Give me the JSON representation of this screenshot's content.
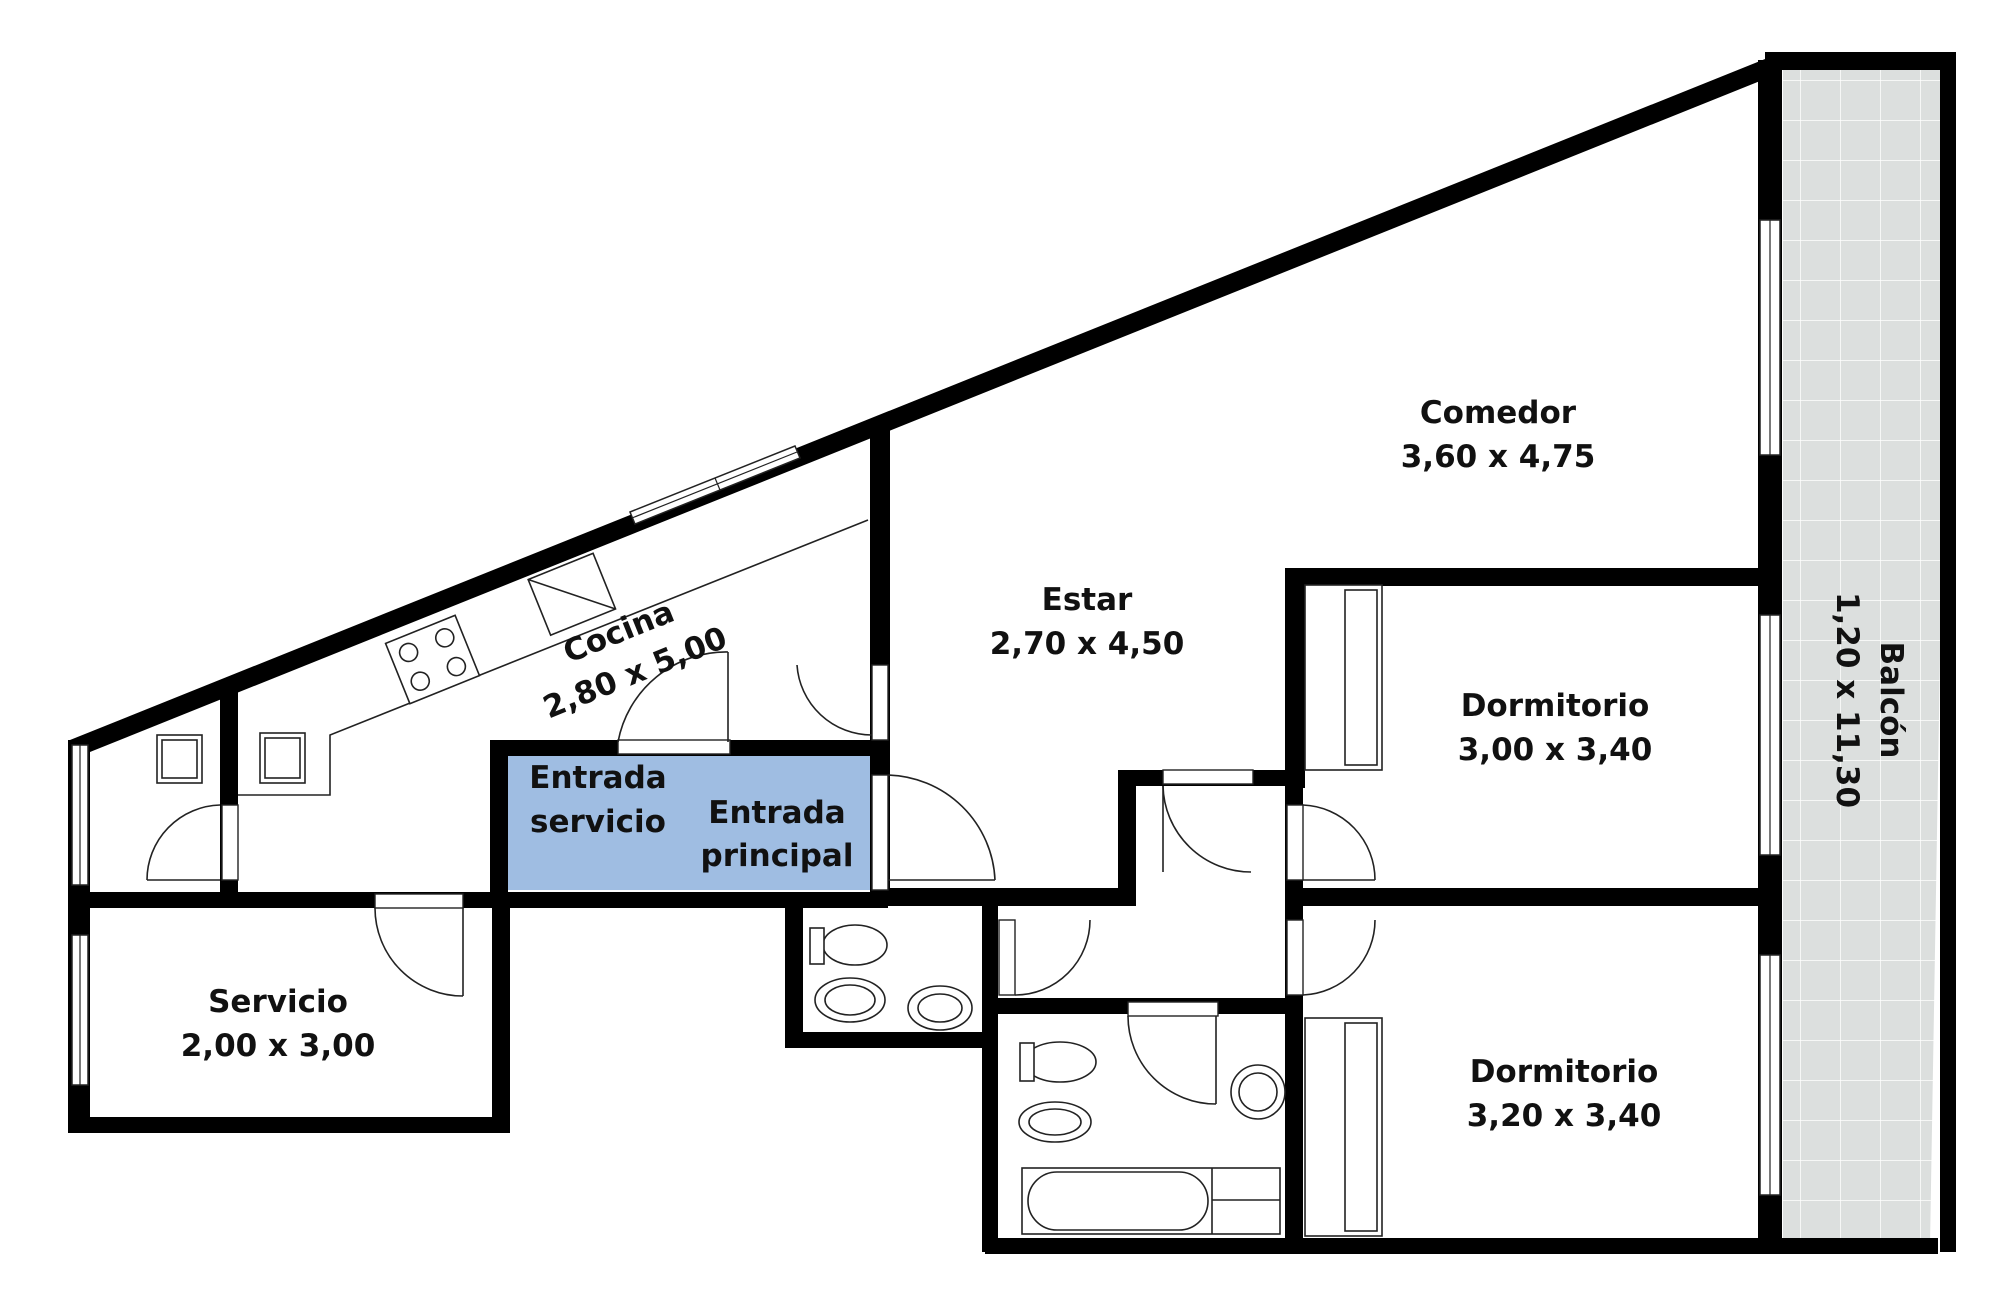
{
  "colors": {
    "wall": "#000000",
    "floor": "#ffffff",
    "entry_fill": "#9fbde2",
    "balcony_fill": "#dcdfde",
    "balcony_grid": "#ffffff"
  },
  "rooms": {
    "comedor": {
      "name": "Comedor",
      "dims": "3,60 x 4,75"
    },
    "estar": {
      "name": "Estar",
      "dims": "2,70 x 4,50"
    },
    "cocina": {
      "name": "Cocina",
      "dims": "2,80 x 5,00"
    },
    "entrada_servicio": {
      "line1": "Entrada",
      "line2": "servicio"
    },
    "entrada_principal": {
      "line1": "Entrada",
      "line2": "principal"
    },
    "dormitorio_1": {
      "name": "Dormitorio",
      "dims": "3,00 x 3,40"
    },
    "dormitorio_2": {
      "name": "Dormitorio",
      "dims": "3,20 x 3,40"
    },
    "servicio": {
      "name": "Servicio",
      "dims": "2,00 x 3,00"
    },
    "balcon": {
      "name": "Balcón",
      "dims": "1,20 x 11,30"
    }
  }
}
